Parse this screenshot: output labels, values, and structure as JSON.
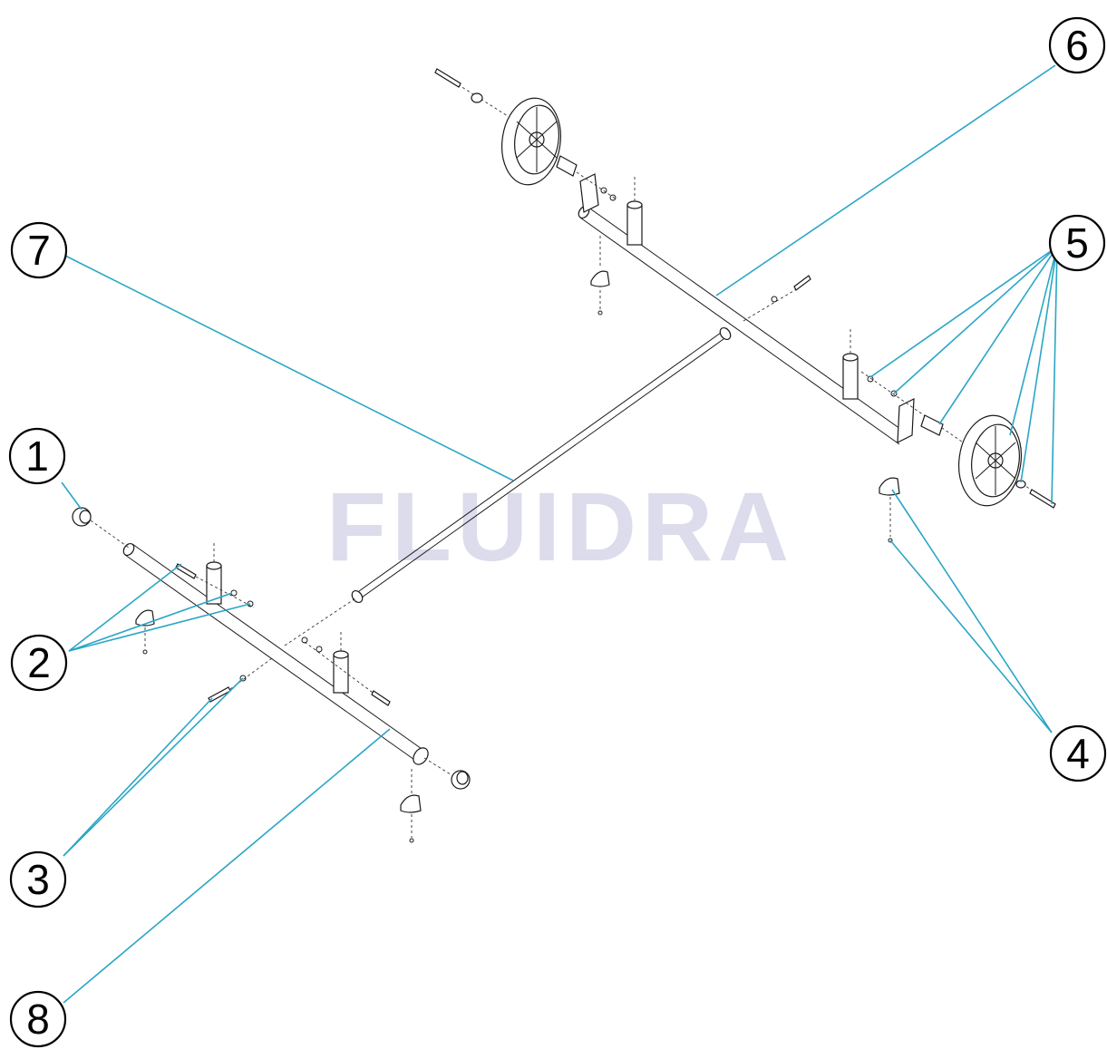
{
  "watermark": {
    "text": "FLUIDRA"
  },
  "callouts": [
    {
      "number": "1"
    },
    {
      "number": "2"
    },
    {
      "number": "3"
    },
    {
      "number": "4"
    },
    {
      "number": "5"
    },
    {
      "number": "6"
    },
    {
      "number": "7"
    },
    {
      "number": "8"
    }
  ],
  "colors": {
    "leader_line": "#2aa6c6",
    "watermark": "#dcdcec",
    "outline": "#1a1a1a"
  }
}
